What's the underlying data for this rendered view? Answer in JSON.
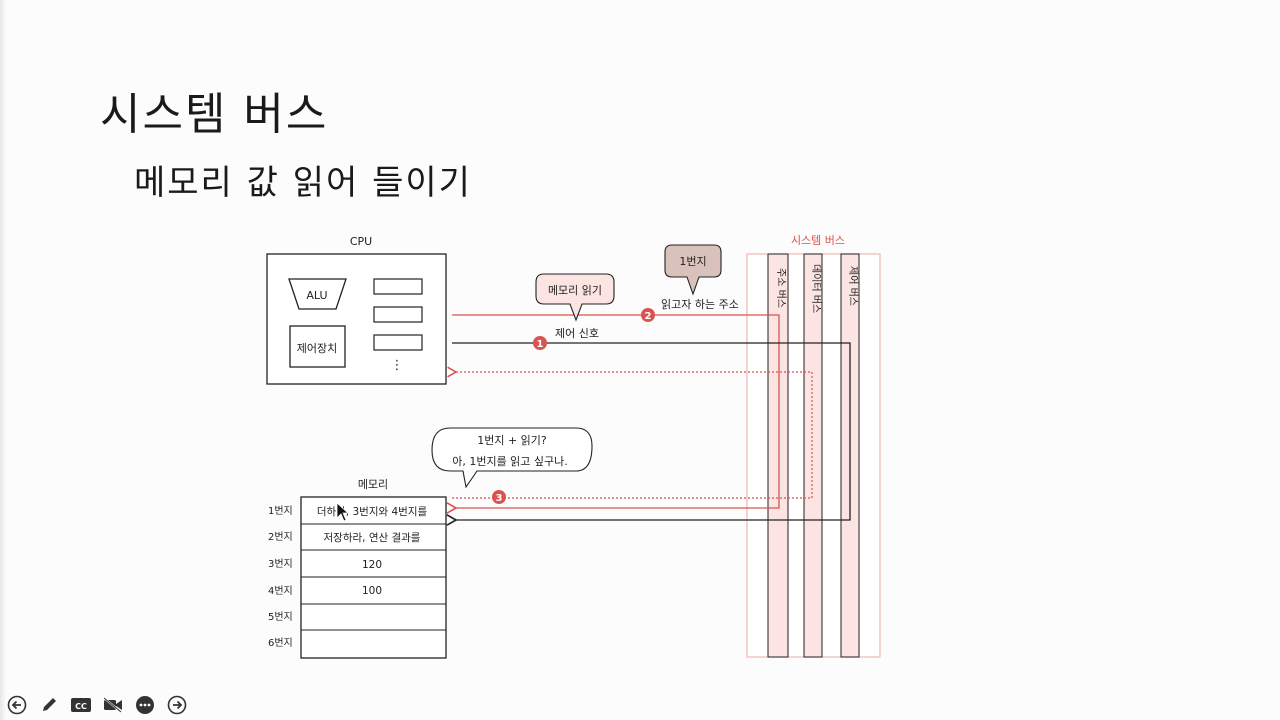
{
  "slide": {
    "title": "시스템 버스",
    "subtitle": "메모리 값 읽어 들이기"
  },
  "cpu": {
    "label": "CPU",
    "alu_label": "ALU",
    "control_unit_label": "제어장치",
    "register_ellipsis": "⋮"
  },
  "system_bus": {
    "label": "시스템 버스",
    "address_bus": "주소 버스",
    "data_bus": "데이터 버스",
    "control_bus": "제어 버스"
  },
  "signals": {
    "step1_badge": "1",
    "step1_label": "제어 신호",
    "step2_badge": "2",
    "step2_label": "읽고자 하는 주소",
    "step3_badge": "3",
    "bubble_read": "메모리 읽기",
    "bubble_address": "1번지"
  },
  "memory_bubble": {
    "line1": "1번지 + 읽기?",
    "line2": "아, 1번지를 읽고 싶구나."
  },
  "memory": {
    "label": "메모리",
    "rows": [
      {
        "addr": "1번지",
        "value": "더하라, 3번지와 4번지를"
      },
      {
        "addr": "2번지",
        "value": "저장하라, 연산 결과를"
      },
      {
        "addr": "3번지",
        "value": "120"
      },
      {
        "addr": "4번지",
        "value": "100"
      },
      {
        "addr": "5번지",
        "value": ""
      },
      {
        "addr": "6번지",
        "value": ""
      }
    ]
  },
  "colors": {
    "accent_red": "#d9534f",
    "bus_fill": "#fbe4e1",
    "bubble_address_fill": "#d9c2bb",
    "ink": "#222222"
  },
  "toolbar": {
    "icons": [
      "back-icon",
      "pen-icon",
      "cc-icon",
      "video-off-icon",
      "more-icon",
      "forward-icon"
    ]
  }
}
